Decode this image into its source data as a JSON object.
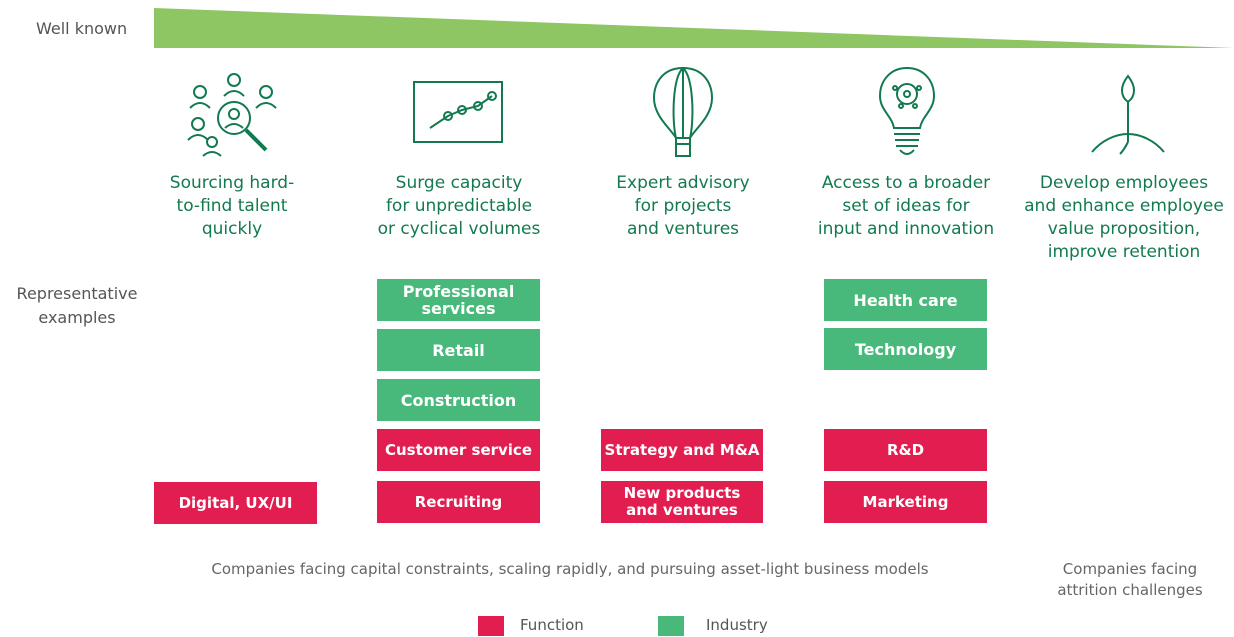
{
  "top_label": "Well known",
  "side_label": "Representative\nexamples",
  "columns": [
    {
      "heading": "Sourcing hard-\nto-find talent\nquickly",
      "icon": "people-search-icon"
    },
    {
      "heading": "Surge capacity\nfor unpredictable\nor cyclical volumes",
      "icon": "line-chart-icon"
    },
    {
      "heading": "Expert advisory\nfor projects\nand ventures",
      "icon": "hot-air-balloon-icon"
    },
    {
      "heading": "Access to a broader\nset of ideas for\ninput and innovation",
      "icon": "lightbulb-icon"
    },
    {
      "heading": "Develop employees\nand enhance employee\nvalue proposition,\nimprove retention",
      "icon": "sprout-icon"
    }
  ],
  "examples": {
    "col1": [
      {
        "label": "Digital, UX/UI",
        "type": "function"
      }
    ],
    "col2": [
      {
        "label": "Professional\nservices",
        "type": "industry"
      },
      {
        "label": "Retail",
        "type": "industry"
      },
      {
        "label": "Construction",
        "type": "industry"
      },
      {
        "label": "Customer service",
        "type": "function"
      },
      {
        "label": "Recruiting",
        "type": "function"
      }
    ],
    "col3": [
      {
        "label": "Strategy and M&A",
        "type": "function"
      },
      {
        "label": "New products\nand ventures",
        "type": "function"
      }
    ],
    "col4": [
      {
        "label": "Health care",
        "type": "industry"
      },
      {
        "label": "Technology",
        "type": "industry"
      },
      {
        "label": "R&D",
        "type": "function"
      },
      {
        "label": "Marketing",
        "type": "function"
      }
    ]
  },
  "bottom_notes": {
    "left": "Companies facing capital constraints, scaling rapidly, and pursuing asset-light business models",
    "right": "Companies facing\nattrition challenges"
  },
  "legend": [
    {
      "label": "Function",
      "color": "#e21d50"
    },
    {
      "label": "Industry",
      "color": "#48b97a"
    }
  ],
  "colors": {
    "wedge": "#8dc663",
    "heading": "#127a4e",
    "industry": "#48b97a",
    "function": "#e21d50"
  }
}
